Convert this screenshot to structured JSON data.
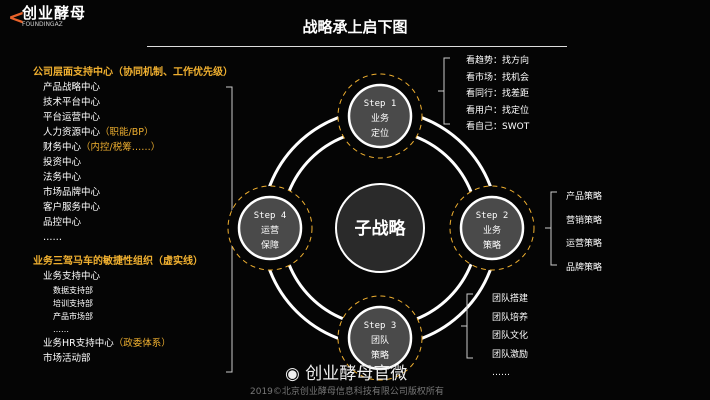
{
  "logo": {
    "name": "创业酵母",
    "sub": "FOUNDINGAZ"
  },
  "title": "战略承上启下图",
  "left": {
    "section1": {
      "heading": "公司层面支持中心（协同机制、工作优先级）",
      "items": [
        {
          "text": "产品战略中心",
          "note": ""
        },
        {
          "text": "技术平台中心",
          "note": ""
        },
        {
          "text": "平台运营中心",
          "note": ""
        },
        {
          "text": "人力资源中心",
          "note": "（职能/BP）"
        },
        {
          "text": "财务中心",
          "note": "（内控/税筹……）"
        },
        {
          "text": "投资中心",
          "note": ""
        },
        {
          "text": "法务中心",
          "note": ""
        },
        {
          "text": "市场品牌中心",
          "note": ""
        },
        {
          "text": "客户服务中心",
          "note": ""
        },
        {
          "text": "品控中心",
          "note": ""
        },
        {
          "text": "……",
          "note": ""
        }
      ]
    },
    "section2": {
      "heading": "业务三驾马车的敏捷性组织（虚实线）",
      "item1": "业务支持中心",
      "subitems": [
        "数据支持部",
        "培训支持部",
        "产品市场部",
        "……"
      ],
      "item2": "业务HR支持中心",
      "item2_note": "（政委体系）",
      "item3": "市场活动部"
    }
  },
  "center": "子战略",
  "steps": [
    {
      "step": "Step 1",
      "l1": "业务",
      "l2": "定位"
    },
    {
      "step": "Step 2",
      "l1": "业务",
      "l2": "策略"
    },
    {
      "step": "Step 3",
      "l1": "团队",
      "l2": "策略"
    },
    {
      "step": "Step 4",
      "l1": "运营",
      "l2": "保障"
    }
  ],
  "step1_list": [
    "看趋势：找方向",
    "看市场：找机会",
    "看同行：找差距",
    "看用户：找定位",
    "看自己：SWOT"
  ],
  "step2_list": [
    "产品策略",
    "营销策略",
    "运营策略",
    "品牌策略"
  ],
  "step3_list": [
    "团队搭建",
    "团队培养",
    "团队文化",
    "团队激励",
    "……"
  ],
  "footer": "2019©北京创业酵母信息科技有限公司版权所有",
  "watermark": "创业酵母官微",
  "colors": {
    "accent": "#f0b030",
    "step_fill": "#4a4a4a",
    "logo": "#e8622a"
  }
}
